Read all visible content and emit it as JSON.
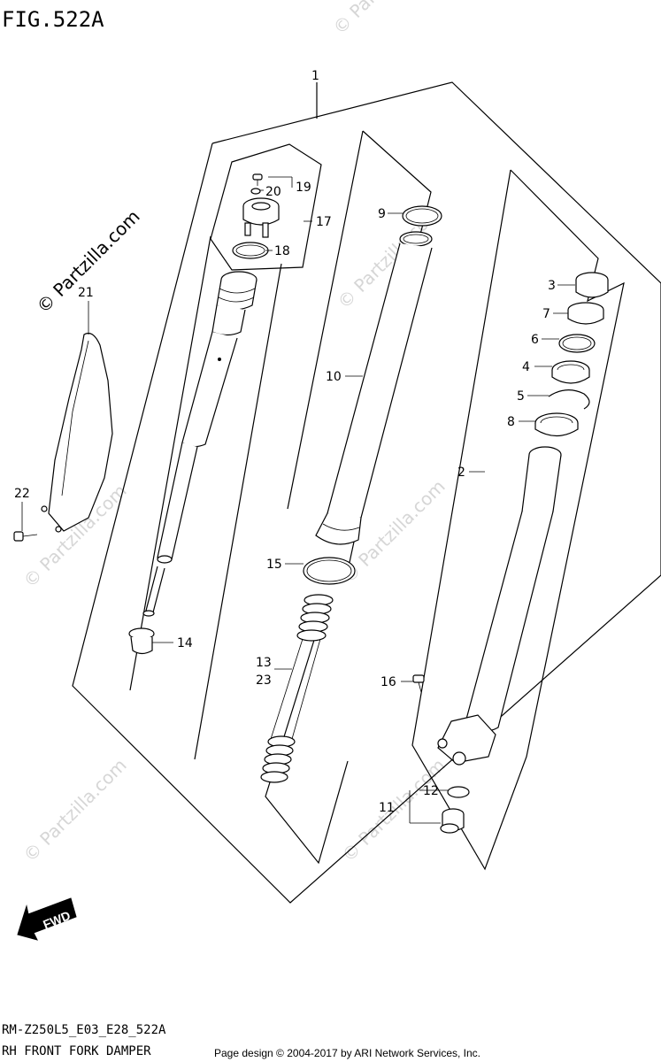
{
  "figure": {
    "title": "FIG.522A"
  },
  "callouts": [
    {
      "id": "c1",
      "label": "1"
    },
    {
      "id": "c2",
      "label": "2"
    },
    {
      "id": "c3",
      "label": "3"
    },
    {
      "id": "c4",
      "label": "4"
    },
    {
      "id": "c5",
      "label": "5"
    },
    {
      "id": "c6",
      "label": "6"
    },
    {
      "id": "c7",
      "label": "7"
    },
    {
      "id": "c8",
      "label": "8"
    },
    {
      "id": "c9",
      "label": "9"
    },
    {
      "id": "c10",
      "label": "10"
    },
    {
      "id": "c11",
      "label": "11"
    },
    {
      "id": "c12",
      "label": "12"
    },
    {
      "id": "c13",
      "label": "13"
    },
    {
      "id": "c14",
      "label": "14"
    },
    {
      "id": "c15",
      "label": "15"
    },
    {
      "id": "c16",
      "label": "16"
    },
    {
      "id": "c17",
      "label": "17"
    },
    {
      "id": "c18",
      "label": "18"
    },
    {
      "id": "c19",
      "label": "19"
    },
    {
      "id": "c20",
      "label": "20"
    },
    {
      "id": "c21",
      "label": "21"
    },
    {
      "id": "c22",
      "label": "22"
    },
    {
      "id": "c23",
      "label": "23"
    }
  ],
  "watermark": {
    "text": "© Partzilla.com",
    "faint_text": "© Partzilla.com",
    "color": "#d6d6d6"
  },
  "fwd_arrow": {
    "label": "FWD"
  },
  "footer": {
    "model_code": "RM-Z250L5_E03_E28_522A",
    "description": "RH FRONT FORK DAMPER",
    "credit": "Page design © 2004-2017 by ARI Network Services, Inc."
  }
}
